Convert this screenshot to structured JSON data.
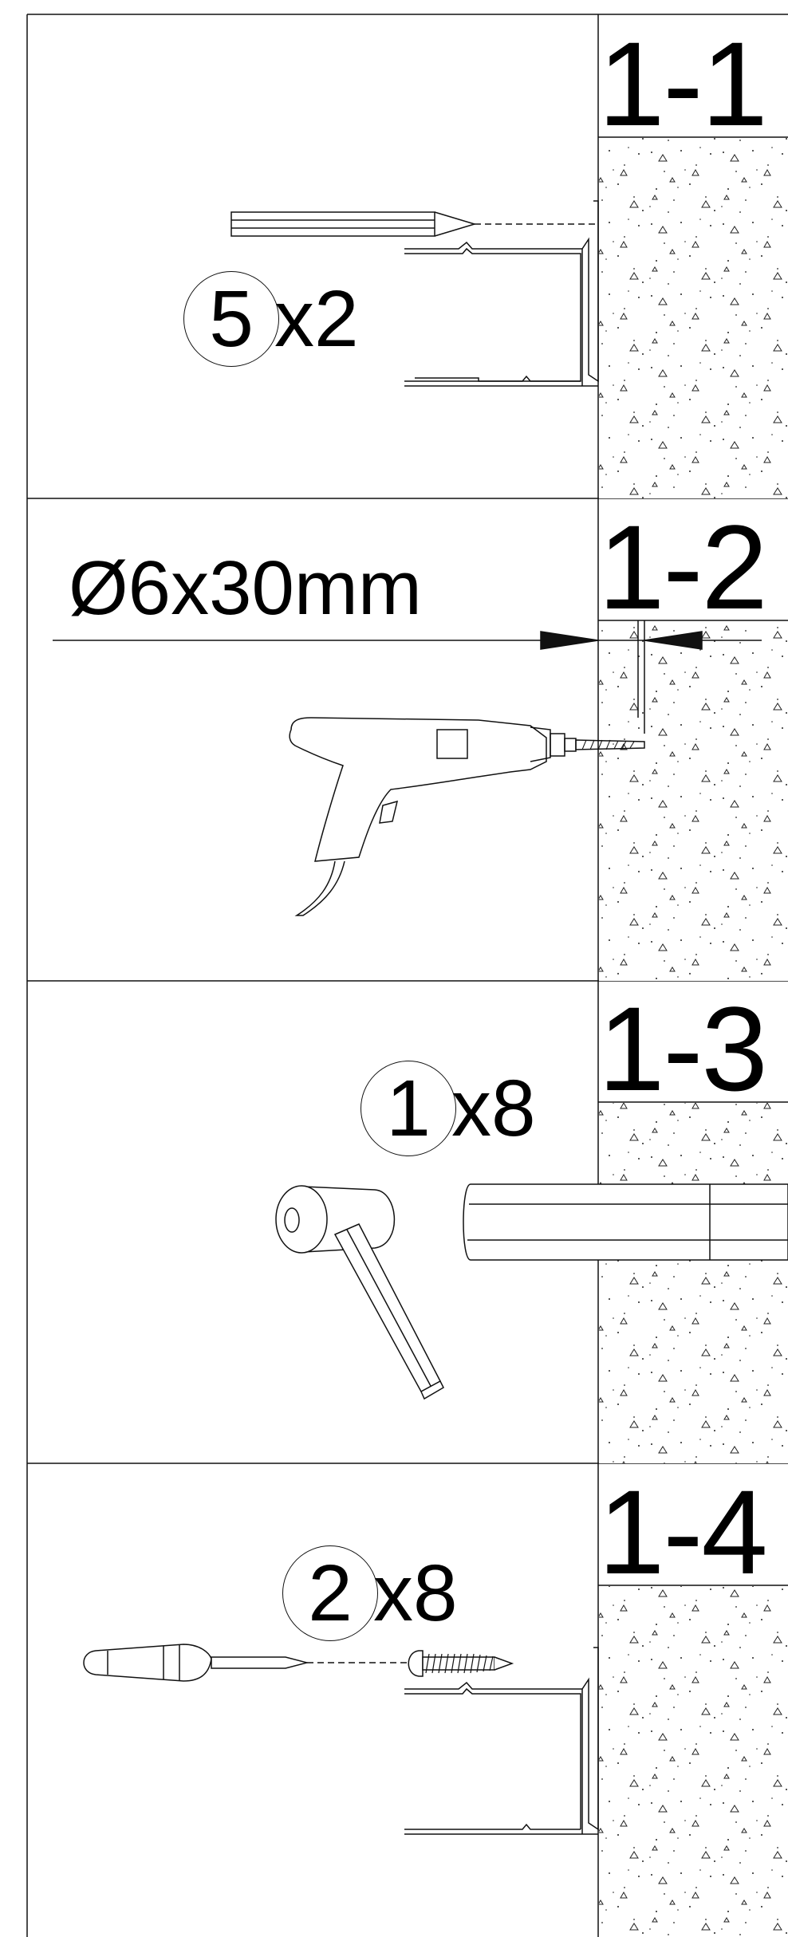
{
  "steps": [
    {
      "label": "1-1",
      "part": "5",
      "quantity": "x2"
    },
    {
      "label": "1-2",
      "dimension": "Ø6x30mm"
    },
    {
      "label": "1-3",
      "part": "1",
      "quantity": "x8"
    },
    {
      "label": "1-4",
      "part": "2",
      "quantity": "x8"
    }
  ],
  "icons": [
    "wall-plug-icon",
    "drill-icon",
    "rubber-mallet-icon",
    "screwdriver-icon",
    "screw-icon",
    "wall-bracket-icon",
    "concrete-wall-icon"
  ]
}
